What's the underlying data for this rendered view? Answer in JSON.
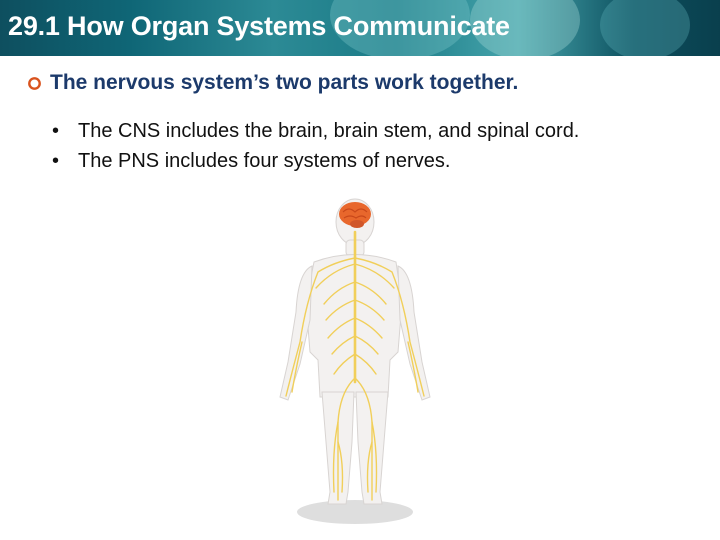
{
  "slide": {
    "title": "29.1 How Organ Systems Communicate",
    "main_point": "The nervous system’s two parts work together.",
    "sub_points": [
      "The CNS includes the brain, brain stem, and spinal cord.",
      "The PNS includes four systems of nerves."
    ],
    "bullet_char": "•"
  },
  "colors": {
    "header_bg": "#0f6676",
    "title_text": "#ffffff",
    "main_point_text": "#1c3a6b",
    "bullet_icon": "#d9531e",
    "nerve_color": "#f1cf5a",
    "brain_color": "#e8672c",
    "body_color": "#f3f1f0"
  },
  "figure": {
    "icon": "human-nervous-system-illustration"
  }
}
